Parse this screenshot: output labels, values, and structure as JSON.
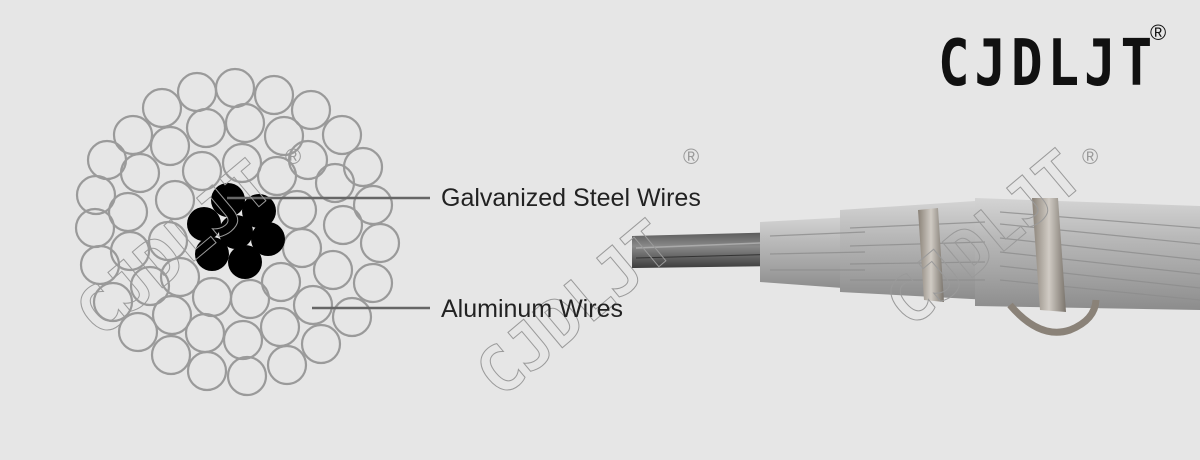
{
  "brand": {
    "logo_text": "CJDLJT",
    "registered_mark": "®"
  },
  "labels": {
    "steel": "Galvanized Steel Wires",
    "aluminum": "Aluminum Wires"
  },
  "watermarks": {
    "text": "CJDLJT",
    "mark": "®"
  },
  "colors": {
    "background": "#e6e6e6",
    "aluminum_strand_stroke": "#9a9a9a",
    "steel_core": "#000000",
    "leader_line": "#666666",
    "logo": "#111111"
  },
  "diagram": {
    "cross_section": {
      "steel_strands": 7,
      "aluminum_layers": 3
    },
    "cable_photo": "ACSR conductor with stripped layers and hose clamps"
  }
}
